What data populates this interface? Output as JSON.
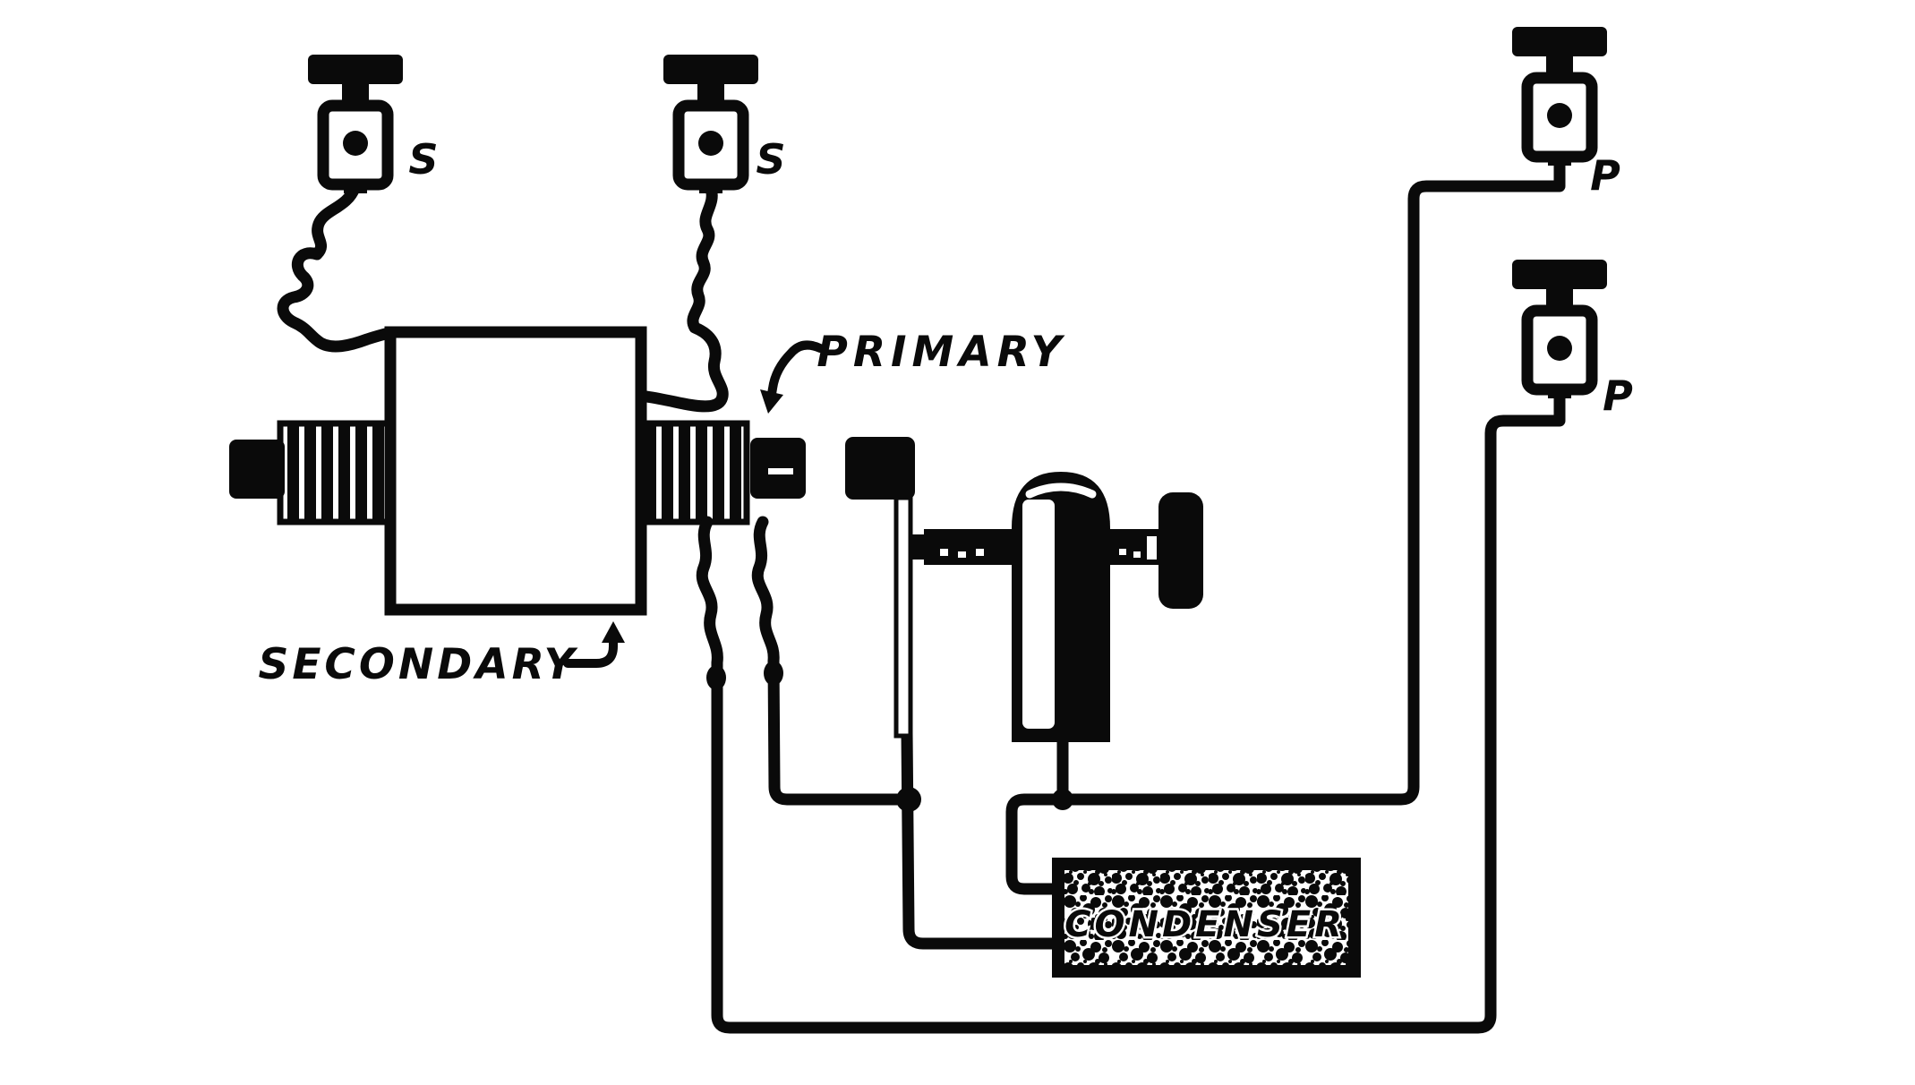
{
  "diagram": {
    "ink_color": "#0a0a0a",
    "background_color": "#ffffff",
    "labels": {
      "primary": "PRIMARY",
      "secondary": "SECONDARY",
      "condenser": "CONDENSER"
    },
    "terminals": [
      {
        "id": "secondary-post-left",
        "label": "S"
      },
      {
        "id": "secondary-post-right",
        "label": "S"
      },
      {
        "id": "primary-post-upper",
        "label": "P"
      },
      {
        "id": "primary-post-lower",
        "label": "P"
      }
    ],
    "components": [
      "binding-post-icon",
      "secondary-winding-box",
      "primary-winding-coil",
      "core-end-cap",
      "interrupter-support",
      "vibrator-blade",
      "contact-screw",
      "contact-standard",
      "adjusting-knob",
      "condenser-block"
    ]
  }
}
